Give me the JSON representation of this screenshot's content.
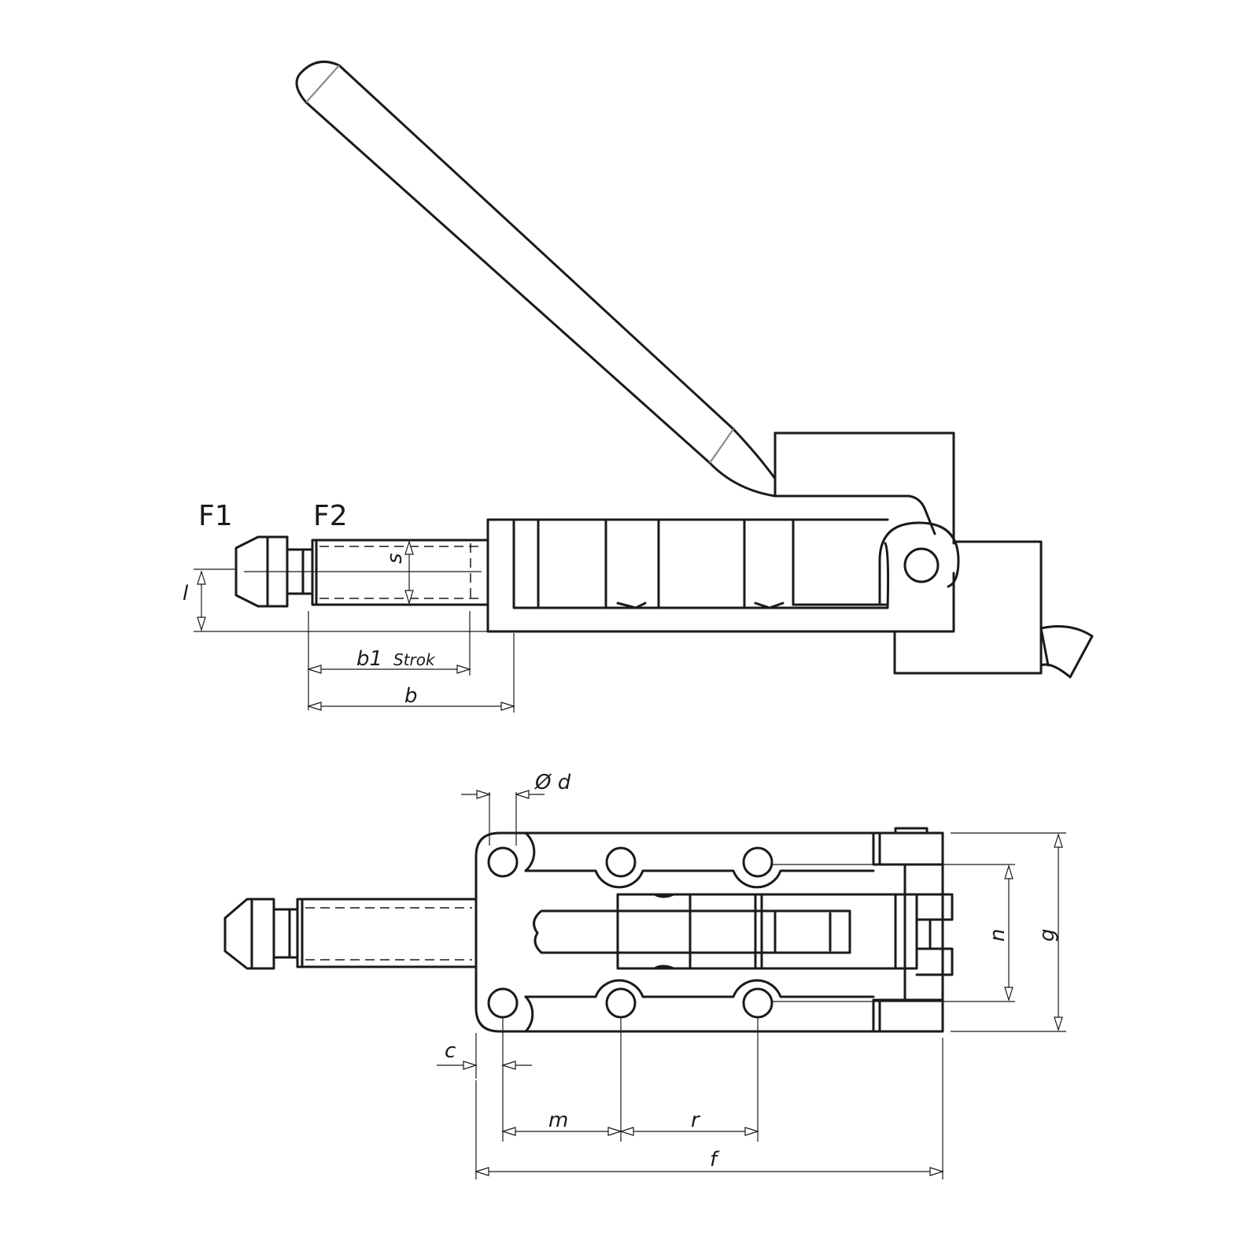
{
  "labels": {
    "f1": "F1",
    "f2": "F2",
    "l": "l",
    "s": "s",
    "b1": "b1",
    "strok": "Strok",
    "b": "b",
    "d": "Ø d",
    "c": "c",
    "m": "m",
    "r": "r",
    "f": "f",
    "n": "n",
    "g": "g"
  }
}
